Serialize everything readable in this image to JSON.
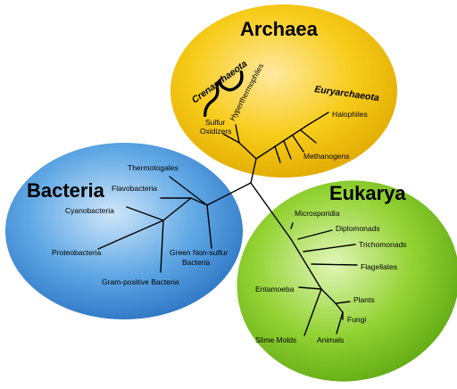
{
  "colors": {
    "archaea_fill": "#F5C400",
    "bacteria_fill": "#3D8FD6",
    "eukarya_fill": "#7FC820",
    "branch": "#000000"
  },
  "domains": {
    "archaea": "Archaea",
    "bacteria": "Bacteria",
    "eukarya": "Eukarya"
  },
  "subgroups": {
    "crenarchaeota": "Crenarchaeota",
    "euryarchaeota": "Euryarchaeota"
  },
  "leaves": {
    "hyperthermophiles": "Hyperthermophiles",
    "sulfur": "Sulfur",
    "oxidizers": "Oxidizers",
    "halophiles": "Halophiles",
    "methanogens": "Methanogens",
    "thermotogales": "Thermotogales",
    "flavobacteria": "Flavobacteria",
    "cyanobacteria": "Cyanobacteria",
    "proteobacteria": "Proteobacteria",
    "green_nonsulfur_1": "Green Non-sulfur",
    "green_nonsulfur_2": "Bacteria",
    "gram_positive": "Gram-positive Bacteria",
    "microsporidia": "Microsporidia",
    "diplomonads": "Diplomonads",
    "trichomonads": "Trichomonads",
    "flagellates": "Flagellates",
    "entamoeba": "Entamoeba",
    "plants": "Plants",
    "fungi": "Fungi",
    "slime_molds": "Slime Molds",
    "animals": "Animals"
  }
}
